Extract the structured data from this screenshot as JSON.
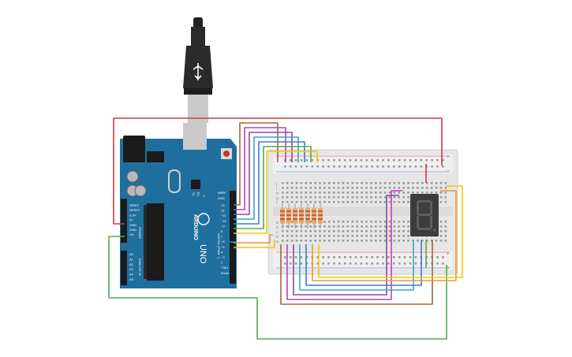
{
  "arduino": {
    "brand": "ARDUINO",
    "model": "UNO",
    "aref": "AREF",
    "gnd": "GND",
    "digital": "DIGITAL (PWM ~)",
    "pins_digital": [
      "13",
      "12",
      "~11",
      "~10",
      "~9",
      "8",
      "7",
      "~6",
      "~5",
      "4",
      "~3",
      "2",
      "TX▸1",
      "RX◂0"
    ],
    "power": "POWER",
    "pins_power": [
      "IOREF",
      "RESET",
      "3.3V",
      "5V",
      "GND",
      "GND",
      "Vin"
    ],
    "analog": "ANALOG IN",
    "pins_analog": [
      "A0",
      "A1",
      "A2",
      "A3",
      "A4",
      "A5"
    ],
    "tx": "TX",
    "rx": "RX",
    "l": "L"
  },
  "breadboard": {
    "rows_top": [
      "j",
      "i",
      "h",
      "g",
      "f"
    ],
    "rows_bottom": [
      "e",
      "d",
      "c",
      "b",
      "a"
    ],
    "plus": "+",
    "minus": "−"
  },
  "display": {
    "digit": "8"
  },
  "colors": {
    "board": "#1f6f9e",
    "red_wire": "#d13a3a",
    "green_wire": "#4caf50",
    "brown_wire": "#9a6a3c",
    "magenta_wire": "#c13fb5",
    "purple_wire": "#8e44ad",
    "cyan_wire": "#31a9c8",
    "blue_wire": "#3a7bd5",
    "orange_wire": "#ef9a1a",
    "yellow_wire": "#f2c40c"
  }
}
